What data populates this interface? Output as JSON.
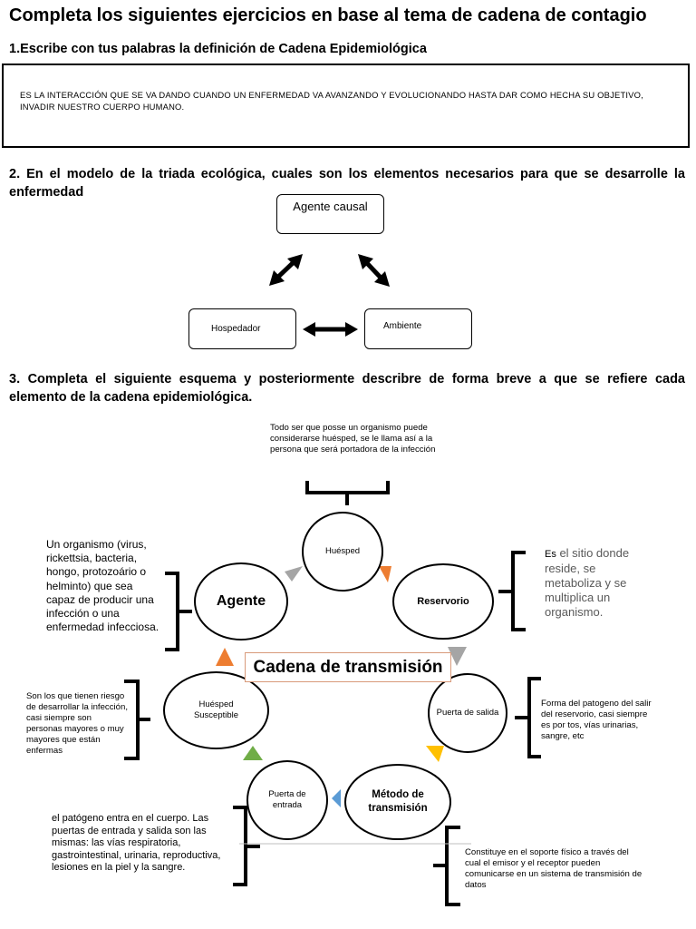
{
  "title": "Completa los siguientes ejercicios en base al tema de cadena de contagio",
  "q1": {
    "question": "1.Escribe con tus palabras la definición de Cadena Epidemiológica",
    "answer": "ES LA INTERACCIÓN QUE SE VA DANDO CUANDO UN ENFERMEDAD VA AVANZANDO Y EVOLUCIONANDO HASTA DAR COMO HECHA SU OBJETIVO, INVADIR  NUESTRO CUERPO HUMANO."
  },
  "q2": {
    "question": "2. En el modelo de la triada ecológica, cuales son los elementos necesarios para que se desarrolle la enfermedad",
    "agente": "Agente causal",
    "hospedador": "Hospedador",
    "ambiente": "Ambiente"
  },
  "q3": {
    "question": "3. Completa el siguiente esquema y posteriormente describre de forma breve a que se refiere cada elemento de la cadena epidemiológica.",
    "center_title": "Cadena de transmisión",
    "nodes": {
      "huesped": "Huésped",
      "agente": "Agente",
      "reservorio": "Reservorio",
      "susceptible": "Huésped Susceptible",
      "salida": "Puerta de salida",
      "entrada": "Puerta de entrada",
      "metodo": "Método de transmisión"
    },
    "notes": {
      "huesped": "Todo ser que posse un organismo puede considerarse huésped, se le llama así a la persona que será portadora de la infección",
      "agente": "Un organismo (virus, rickettsia, bacteria, hongo, protozoário o helminto) que sea capaz de producir una infección o una enfermedad infecciosa.",
      "reservorio_lead": "Es",
      "reservorio_rest": " el sitio donde reside, se metaboliza y se multiplica un organismo.",
      "susceptible": "Son los que tienen riesgo de desarrollar la infección, casi siempre son personas mayores o muy mayores  que están enfermas",
      "salida": "Forma del patogeno del salir del reservorio, casi siempre es por tos, vías urinarias, sangre, etc",
      "entrada": "el patógeno entra en el cuerpo. Las puertas de entrada y salida son las mismas: las vías respiratoria, gastrointestinal, urinaria, reproductiva, lesiones en la piel y la sangre.",
      "metodo": "Constituye en el soporte físico a través del cual el emisor y el receptor pueden comunicarse en un sistema de transmisión de datos"
    }
  },
  "colors": {
    "orange": "#ED7D31",
    "gray": "#A5A5A5",
    "gold": "#FFC000",
    "blue": "#5B9BD5",
    "green": "#70AD47",
    "reservorio_text": "#595959"
  }
}
